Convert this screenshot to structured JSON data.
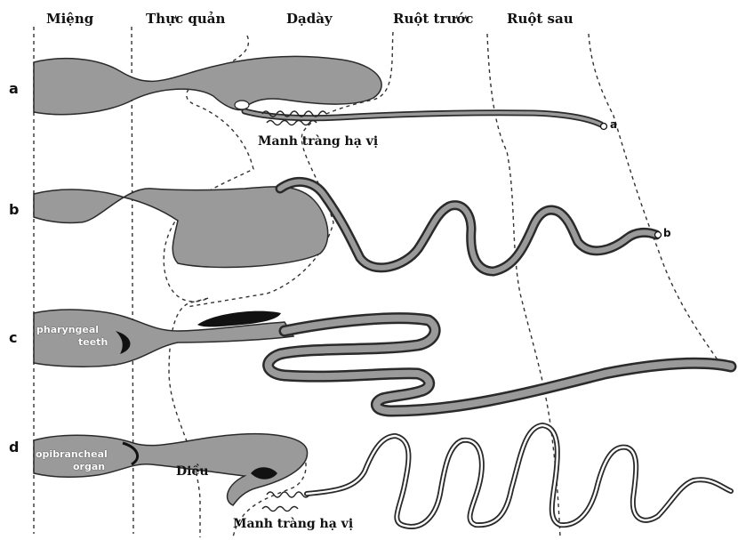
{
  "headers": {
    "mouth": "Miệng",
    "esophagus": "Thực quản",
    "stomach": "Dạdày",
    "foregut": "Ruột trước",
    "hindgut": "Ruột sau"
  },
  "rows": {
    "a": "a",
    "b": "b",
    "c": "c",
    "d": "d"
  },
  "labels": {
    "pyloric_caeca_top": "Manh tràng hạ vị",
    "pyloric_caeca_bottom": "Manh tràng hạ vị",
    "crop": "Diều",
    "pharyngeal_teeth_1": "pharyngeal",
    "pharyngeal_teeth_2": "teeth",
    "epibranchial_1": "opibrancheal",
    "epibranchial_2": "organ",
    "end_a": "a",
    "end_b": "b"
  },
  "colors": {
    "gut_fill": "#9a9a9a",
    "gut_outline": "#2a2a2a",
    "dark_organ": "#111111",
    "dashed_line": "#333333"
  }
}
